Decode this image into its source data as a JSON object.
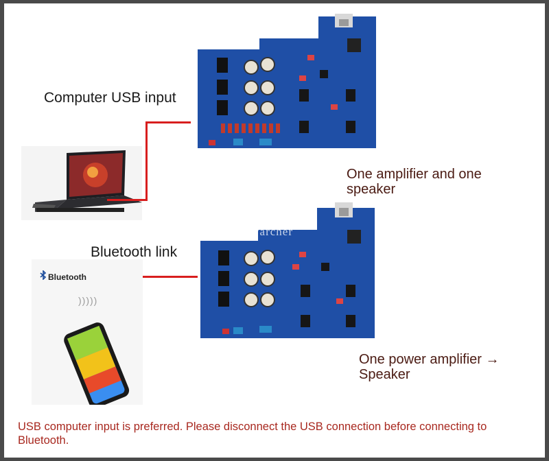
{
  "labels": {
    "usb_input": "Computer USB input",
    "bluetooth_link": "Bluetooth link",
    "one_amp_one_speaker": "One amplifier and one speaker",
    "one_power_amp_speaker": "One power amplifier → Speaker",
    "bluetooth_brand": "Bluetooth",
    "watermark": "Nwarcher"
  },
  "note": "USB computer input is preferred. Please disconnect the USB connection before connecting to Bluetooth.",
  "colors": {
    "wire": "#d81e1e",
    "pcb": "#1f4fa6",
    "note_text": "#a8281f",
    "label_brown": "#4a1a12"
  },
  "icons": {
    "bluetooth": "bluetooth-icon",
    "signal": "signal-waves-icon"
  }
}
